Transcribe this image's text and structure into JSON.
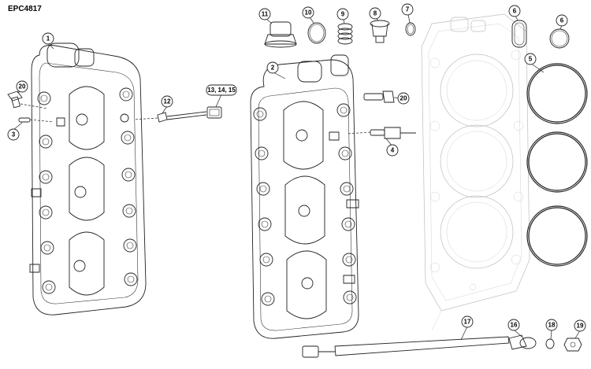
{
  "diagram_code": "EPC4817",
  "callouts": {
    "c1": "1",
    "c2": "2",
    "c3": "3",
    "c4": "4",
    "c5": "5",
    "c6a": "6",
    "c6b": "6",
    "c7": "7",
    "c8": "8",
    "c9": "9",
    "c10": "10",
    "c11": "11",
    "c12": "12",
    "c13": "13, 14, 15",
    "c16": "16",
    "c17": "17",
    "c18": "18",
    "c19": "19",
    "c20a": "20",
    "c20b": "20"
  },
  "colors": {
    "line": "#222222",
    "ghost": "#bdbdbd",
    "background": "#ffffff"
  }
}
